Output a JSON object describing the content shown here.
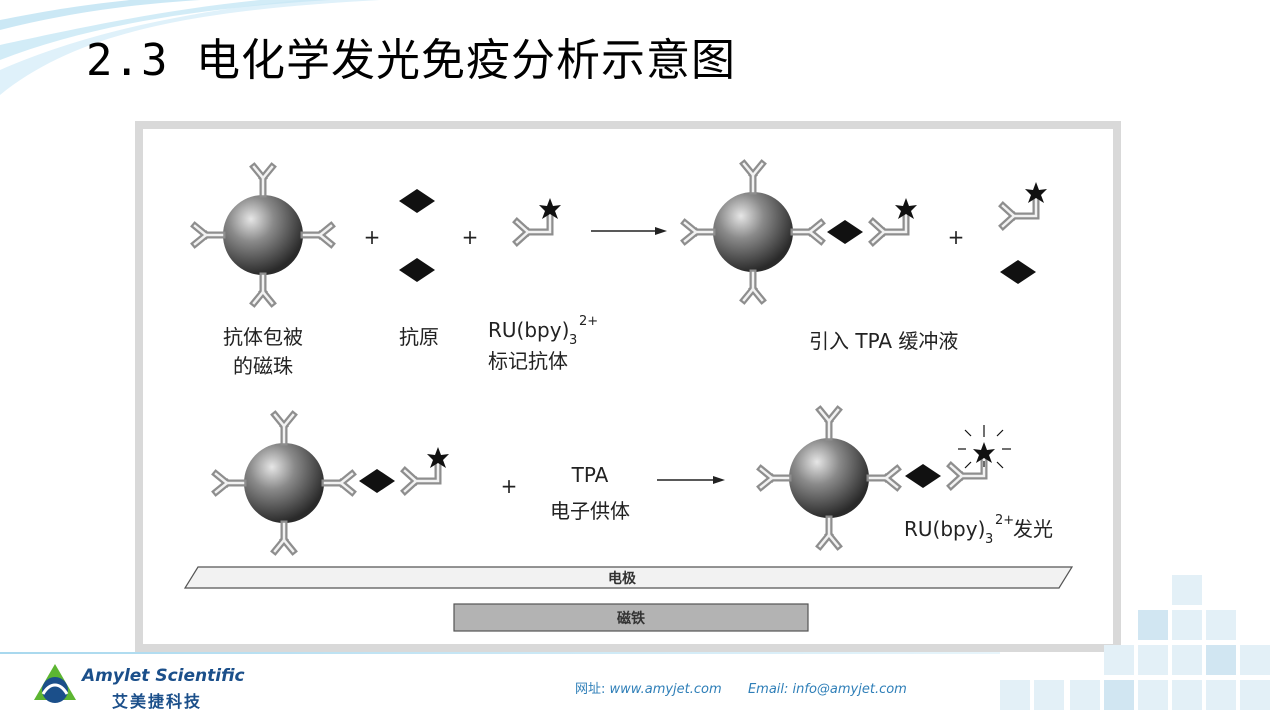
{
  "slide": {
    "title": "2.3 电化学发光免疫分析示意图"
  },
  "diagram": {
    "labels": {
      "coated_bead_line1": "抗体包被",
      "coated_bead_line2": "的磁珠",
      "antigen": "抗原",
      "ru_label": "RU(bpy)",
      "ru_sub": "3",
      "ru_sup": "2+",
      "labeled_antibody": "标记抗体",
      "tpa_buffer": "引入 TPA 缓冲液",
      "tpa": "TPA",
      "electron_donor": "电子供体",
      "ru_light_suffix": "发光",
      "electrode": "电极",
      "magnet": "磁铁"
    },
    "plus_sign": "+"
  },
  "footer": {
    "brand_en": "Amylet Scientific",
    "brand_cn": "艾美捷科技",
    "website_label": "网址:",
    "website": "www.amyjet.com",
    "email_label": "Email:",
    "email": "info@amyjet.com"
  },
  "colors": {
    "brand_blue": "#1b4f8a",
    "brand_green": "#5cb531",
    "link_blue": "#2f7fb8"
  }
}
